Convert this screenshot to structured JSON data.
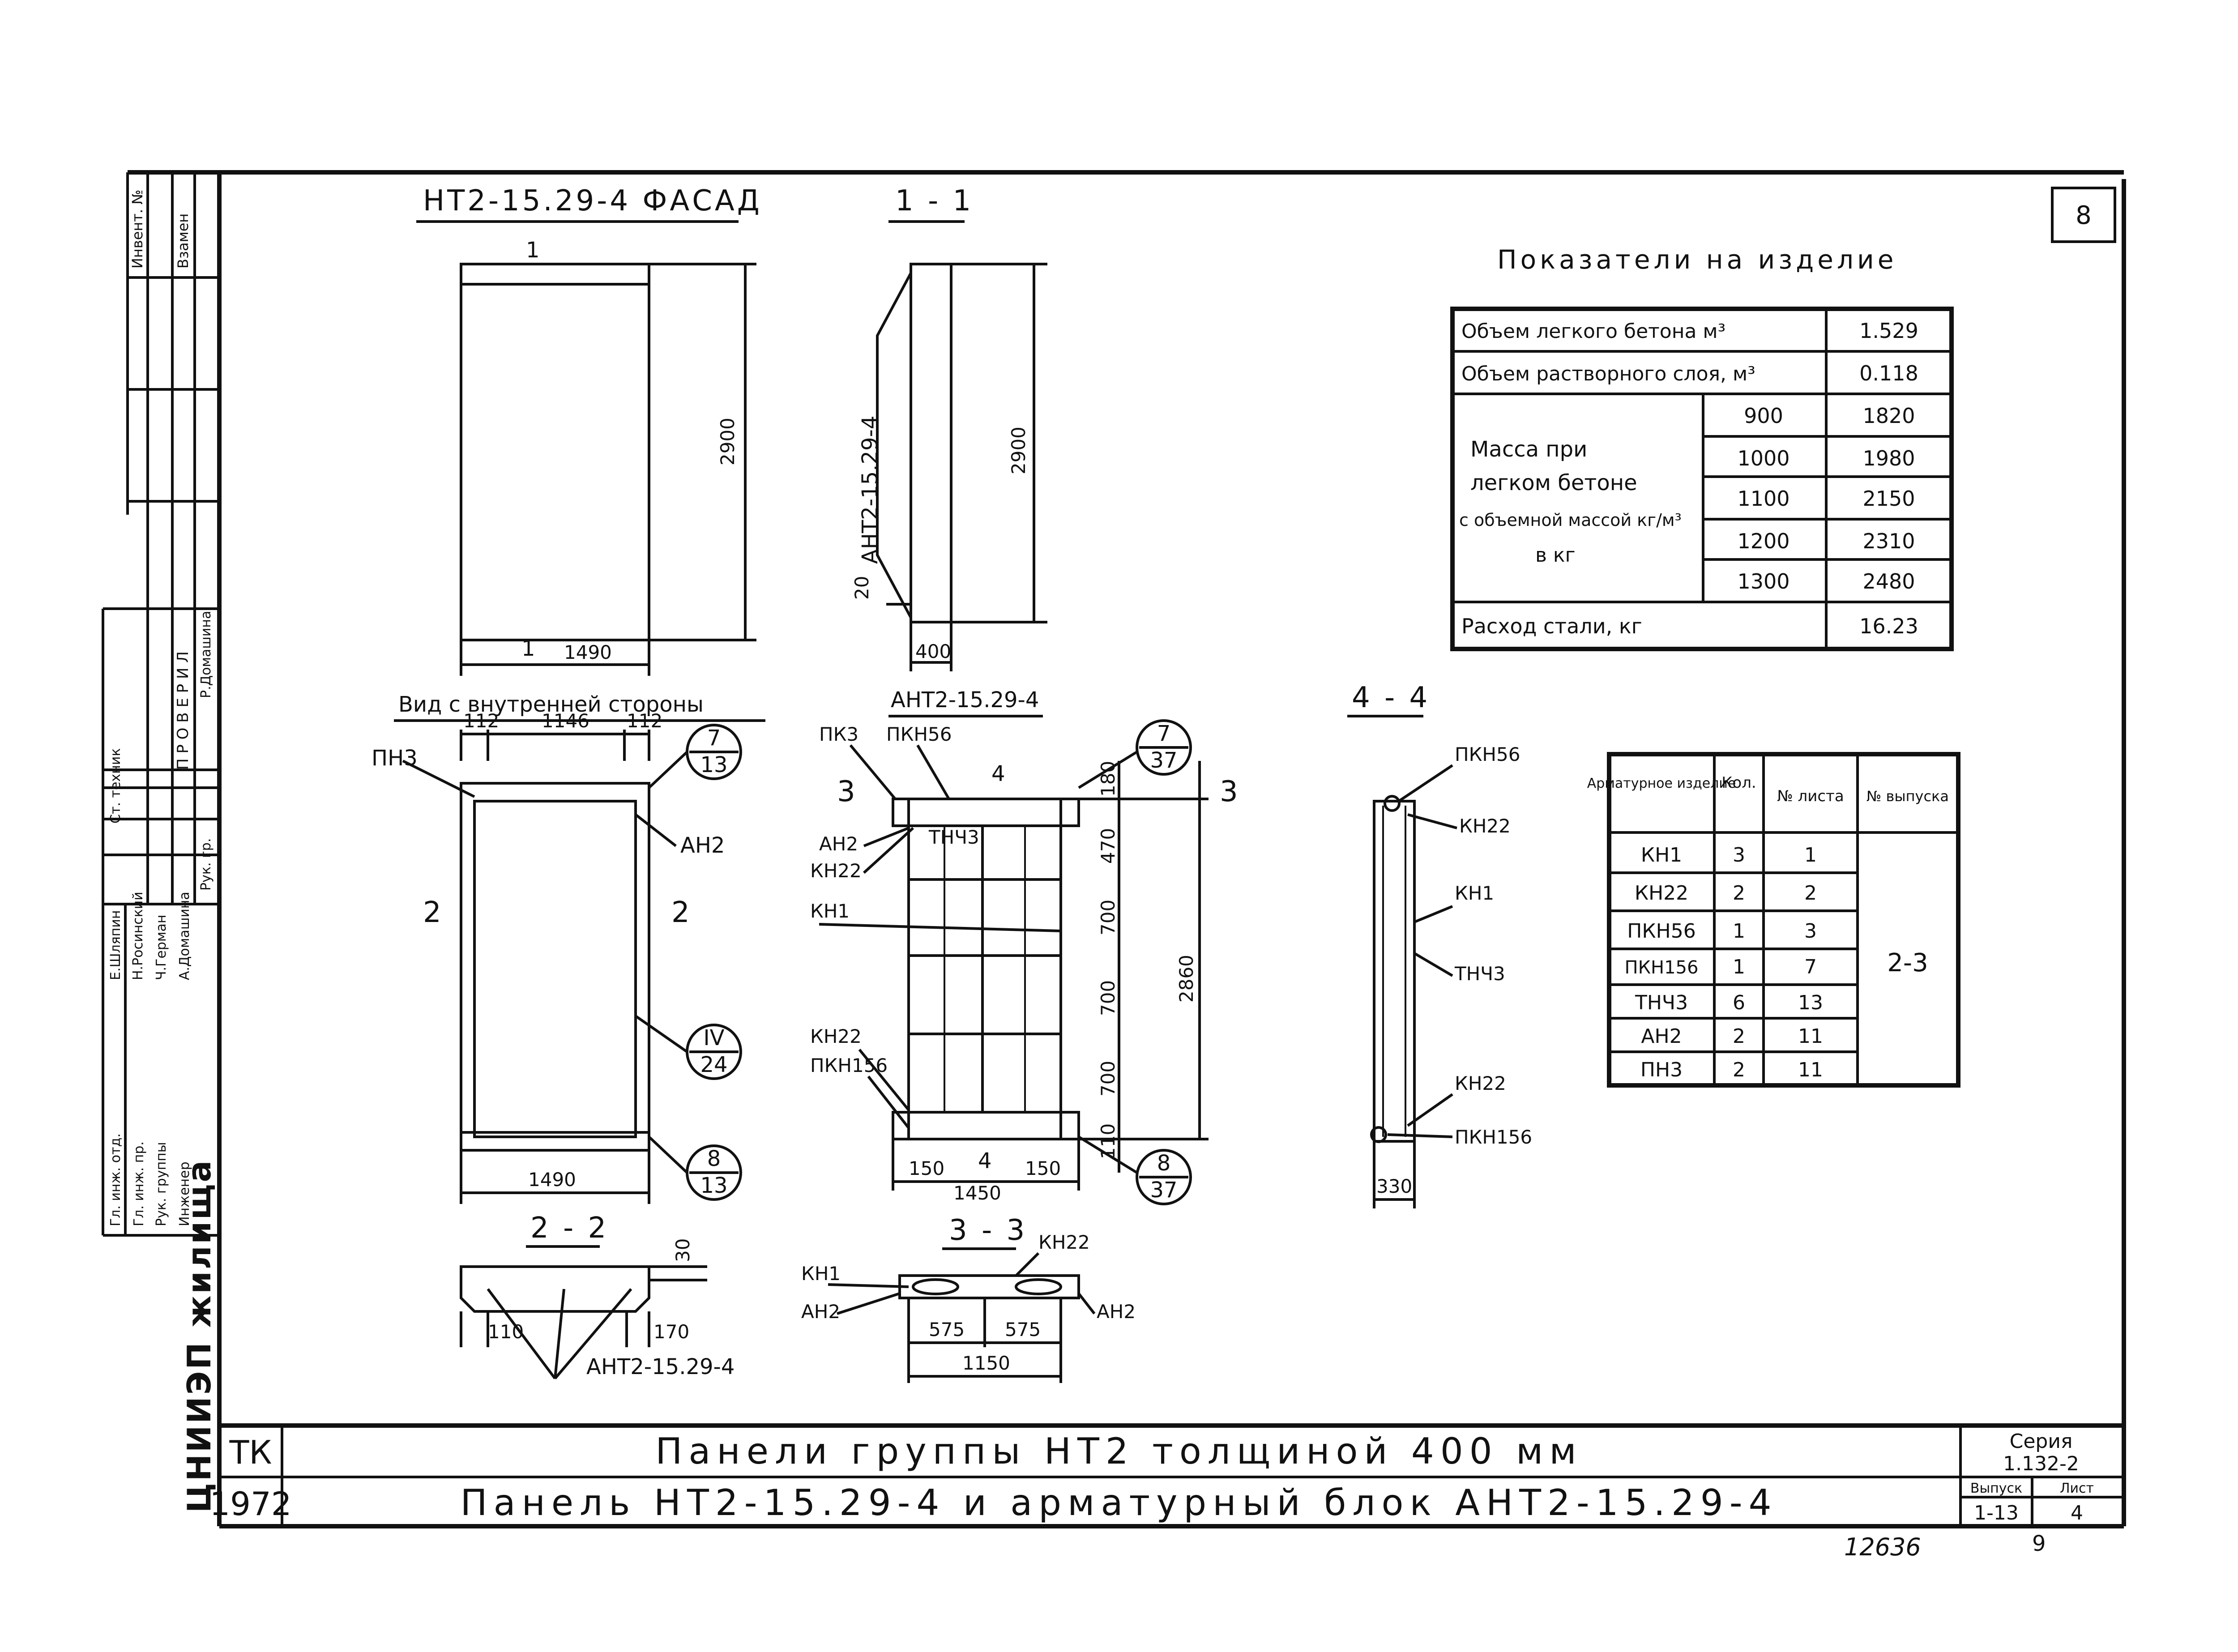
{
  "sheet": {
    "number": "8",
    "bottom_number": "12636",
    "bottom_small": "9",
    "org": "ЦНИИЭП жилища",
    "stamp_tk": "ТК",
    "stamp_year": "1972"
  },
  "side_stamp": {
    "inv": "Инвент. №",
    "vzamen": "Взамен",
    "roles": [
      "Гл. инж. отд.",
      "Гл. инж. пр.",
      "Рук. группы",
      "Инженер"
    ],
    "names": [
      "Н.Росинский",
      "Ч.Герман",
      "Е.Шляпин",
      "А.Домашина"
    ],
    "provvril": "П Р О В Е Р И Л",
    "rukgr": "Рук. гр.",
    "domashina": "Р.Домашина",
    "sttech": "Ст. техник"
  },
  "views": {
    "facade": {
      "title": "НТ2-15.29-4  ФАСАД",
      "marker": "1",
      "height": "2900",
      "width": "1490"
    },
    "sec11": {
      "title": "1 - 1",
      "height": "2900",
      "label": "АНТ2-15.29-4",
      "dim20": "20",
      "thickness": "400"
    },
    "inner": {
      "title": "Вид с внутренней стороны",
      "d1": "112",
      "d2": "1146",
      "d3": "112",
      "width": "1490",
      "pn3": "ПН3",
      "an2": "АН2",
      "sec2": "2",
      "c1t": "7",
      "c1b": "13",
      "c2t": "IV",
      "c2b": "24",
      "c3t": "8",
      "c3b": "13"
    },
    "ant": {
      "title": "АНТ2-15.29-4",
      "pk3": "ПК3",
      "pkn56": "ПКН56",
      "an2": "АН2",
      "tnch3": "ТНЧ3",
      "kn22": "КН22",
      "kn1": "КН1",
      "pkn156": "ПКН156",
      "sec3": "3",
      "sec4": "4",
      "v180": "180",
      "v470": "470",
      "v700a": "700",
      "v700b": "700",
      "v700c": "700",
      "v110": "110",
      "total": "2860",
      "h150a": "150",
      "h1450": "1450",
      "h150b": "150",
      "c1t": "7",
      "c1b": "37",
      "c2t": "8",
      "c2b": "37"
    },
    "sec44": {
      "title": "4 - 4",
      "pkn56": "ПКН56",
      "kn22a": "КН22",
      "kn1": "КН1",
      "tnch3": "ТНЧ3",
      "kn22b": "КН22",
      "pkn156": "ПКН156",
      "width": "330"
    },
    "sec22": {
      "title": "2 - 2",
      "d30": "30",
      "d110": "110",
      "d170": "170",
      "label": "АНТ2-15.29-4"
    },
    "sec33": {
      "title": "3 - 3",
      "kn1": "КН1",
      "kn22": "КН22",
      "an2l": "АН2",
      "an2r": "АН2",
      "d575a": "575",
      "d575b": "575",
      "d1150": "1150"
    }
  },
  "indicators": {
    "title": "Показатели на изделие",
    "rows": [
      {
        "label": "Объем легкого бетона м³",
        "value": "1.529"
      },
      {
        "label": "Объем растворного слоя, м³",
        "value": "0.118"
      }
    ],
    "mass_label": [
      "Масса  при",
      "легком бетоне",
      "с объемной массой кг/м³",
      "в кг"
    ],
    "mass_rows": [
      {
        "density": "900",
        "mass": "1820"
      },
      {
        "density": "1000",
        "mass": "1980"
      },
      {
        "density": "1100",
        "mass": "2150"
      },
      {
        "density": "1200",
        "mass": "2310"
      },
      {
        "density": "1300",
        "mass": "2480"
      }
    ],
    "steel": {
      "label": "Расход  стали,  кг",
      "value": "16.23"
    }
  },
  "rebar": {
    "headers": [
      "Арматурное изделие",
      "Кол.",
      "№ листа",
      "№ выпуска"
    ],
    "rows": [
      {
        "item": "КН1",
        "qty": "3",
        "sheet": "1"
      },
      {
        "item": "КН22",
        "qty": "2",
        "sheet": "2"
      },
      {
        "item": "ПКН56",
        "qty": "1",
        "sheet": "3"
      },
      {
        "item": "ПКН156",
        "qty": "1",
        "sheet": "7"
      },
      {
        "item": "ТНЧ3",
        "qty": "6",
        "sheet": "13"
      },
      {
        "item": "АН2",
        "qty": "2",
        "sheet": "11"
      },
      {
        "item": "ПН3",
        "qty": "2",
        "sheet": "11"
      }
    ],
    "issue": "2-3"
  },
  "title_block": {
    "line1": "Панели  группы  НТ2  толщиной  400 мм",
    "line2": "Панель  НТ2-15.29-4   и   арматурный  блок  АНТ2-15.29-4",
    "series_label": "Серия",
    "series": "1.132-2",
    "issue_label": "Выпуск",
    "issue": "1-13",
    "list_label": "Лист",
    "list": "4"
  }
}
